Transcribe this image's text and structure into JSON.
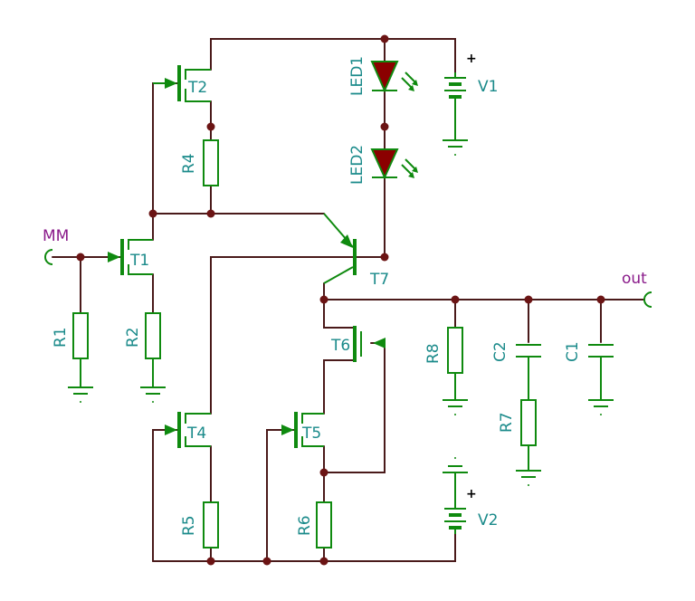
{
  "nets": {
    "input": "MM",
    "output": "out"
  },
  "components": {
    "T1": "T1",
    "T2": "T2",
    "T4": "T4",
    "T5": "T5",
    "T6": "T6",
    "T7": "T7",
    "R1": "R1",
    "R2": "R2",
    "R4": "R4",
    "R5": "R5",
    "R6": "R6",
    "R7": "R7",
    "R8": "R8",
    "C1": "C1",
    "C2": "C2",
    "LED1": "LED1",
    "LED2": "LED2",
    "V1": "V1",
    "V2": "V2"
  },
  "polarity": {
    "v1_plus": "+",
    "v2_plus": "+"
  },
  "colors": {
    "wire": "#4a1a1a",
    "component": "#0f8a0f",
    "label": "#1a8a8a",
    "net": "#8a1a8a",
    "led": "#8b0000"
  }
}
